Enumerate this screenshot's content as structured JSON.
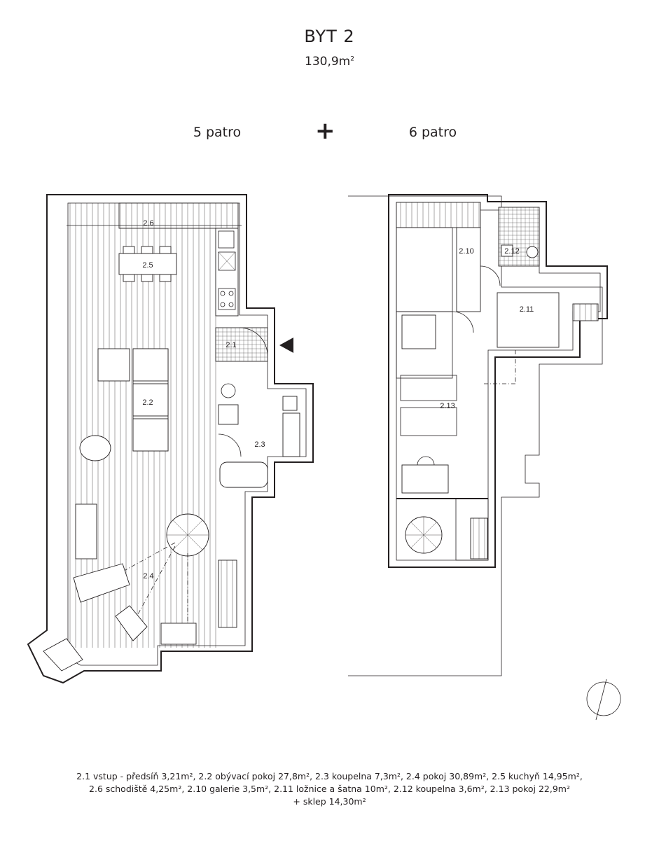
{
  "header": {
    "title": "BYT 2",
    "area_value": "130,9m",
    "area_sup": "2"
  },
  "floors": {
    "left_label": "5 patro",
    "plus_sign": "+",
    "right_label": "6 patro"
  },
  "rooms_floor5": [
    "2.6",
    "2.5",
    "2.1",
    "2.2",
    "2.3",
    "2.4"
  ],
  "rooms_floor6": [
    "2.10",
    "2.12",
    "2.11",
    "2.13"
  ],
  "legend": {
    "line1": "2.1 vstup  - předsíň 3,21m², 2.2 obývací pokoj 27,8m², 2.3 koupelna 7,3m², 2.4 pokoj 30,89m², 2.5 kuchyň 14,95m²,",
    "line2": "2.6 schodiště 4,25m², 2.10 galerie 3,5m², 2.11 ložnice a šatna 10m², 2.12 koupelna 3,6m², 2.13 pokoj 22,9m²",
    "line3": "+ sklep 14,30m²"
  },
  "icons": {
    "entrance": "entrance-arrow-icon",
    "north": "north-arrow-icon"
  }
}
